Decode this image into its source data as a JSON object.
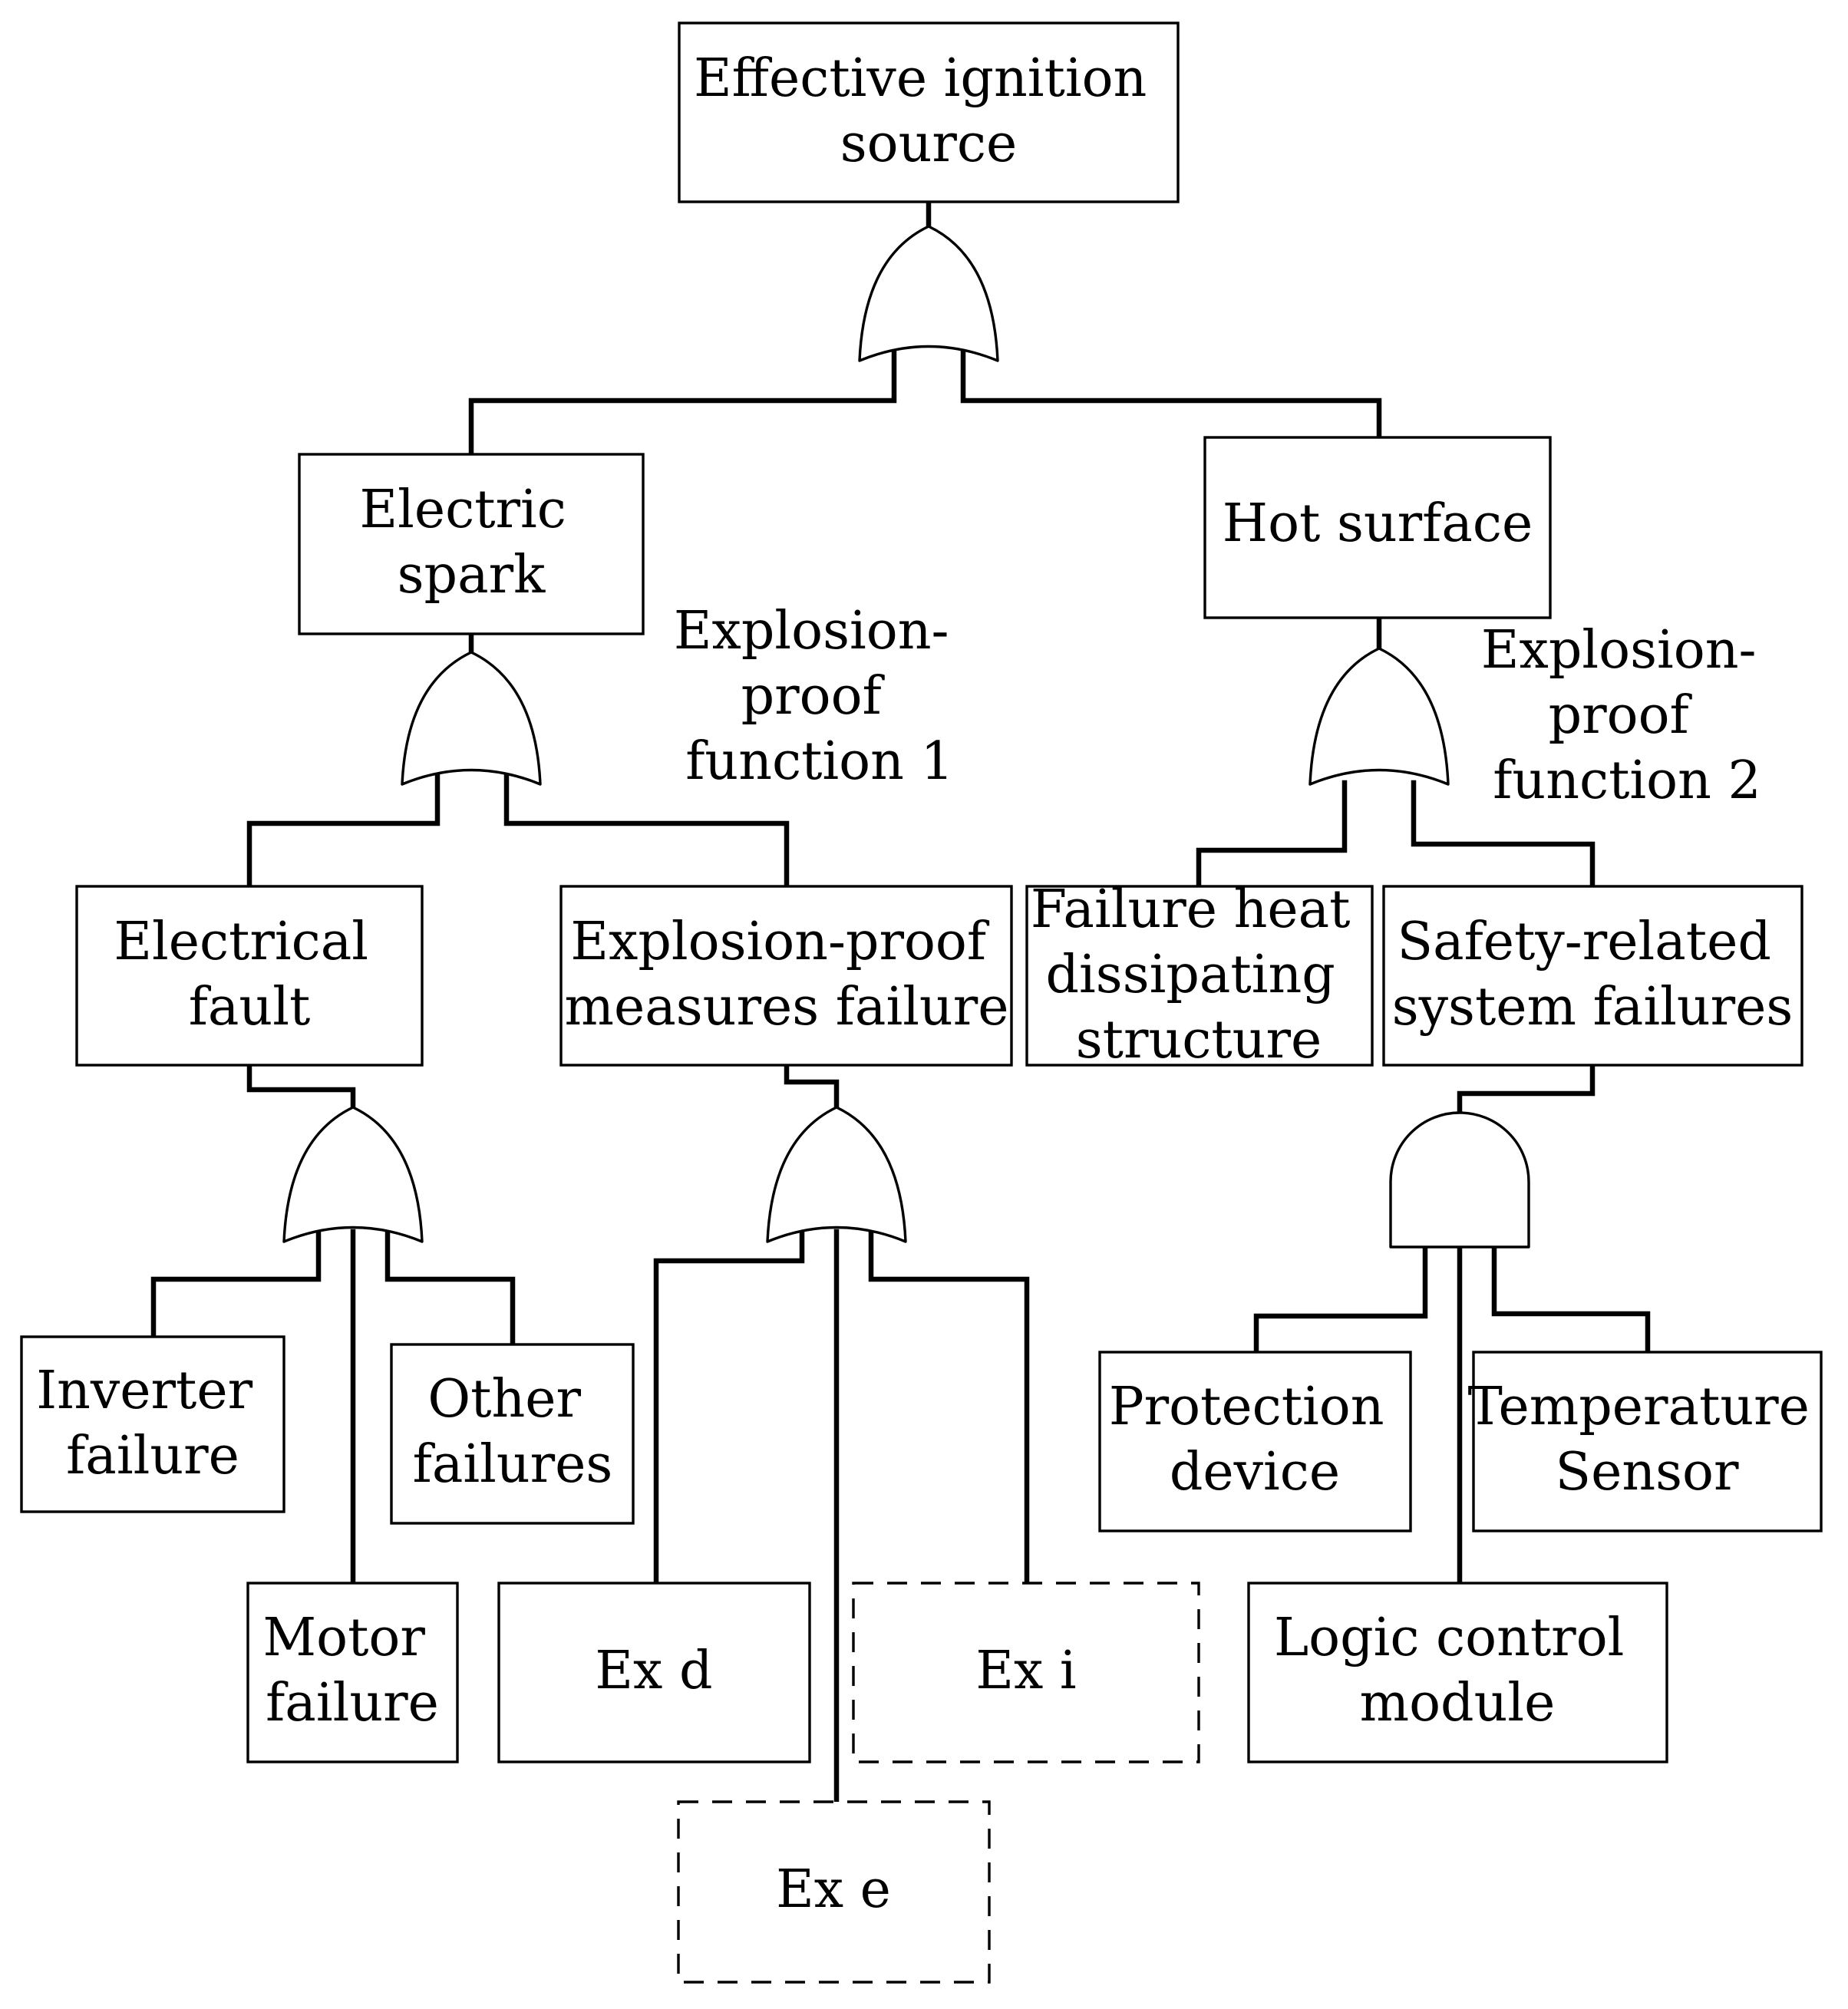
{
  "colors": {
    "line": "#000000",
    "background": "#ffffff"
  },
  "nodes": {
    "top_event": {
      "lines": [
        "Effective ignition",
        "source"
      ]
    },
    "electric_spark": {
      "lines": [
        "Electric",
        "spark"
      ]
    },
    "hot_surface": {
      "lines": [
        "Hot surface"
      ]
    },
    "electrical_fault": {
      "lines": [
        "Electrical",
        "fault"
      ]
    },
    "explosion_proof_measures_failure": {
      "lines": [
        "Explosion-proof",
        "measures failure"
      ]
    },
    "failure_heat_dissipating": {
      "lines": [
        "Failure heat",
        "dissipating",
        "structure"
      ]
    },
    "safety_related_failures": {
      "lines": [
        "Safety-related",
        "system failures"
      ]
    },
    "inverter_failure": {
      "lines": [
        "Inverter",
        "failure"
      ]
    },
    "other_failures": {
      "lines": [
        "Other",
        "failures"
      ]
    },
    "motor_failure": {
      "lines": [
        "Motor",
        "failure"
      ]
    },
    "ex_d": {
      "lines": [
        "Ex d"
      ]
    },
    "ex_i": {
      "lines": [
        "Ex i"
      ]
    },
    "ex_e": {
      "lines": [
        "Ex e"
      ]
    },
    "protection_device": {
      "lines": [
        "Protection",
        "device"
      ]
    },
    "temperature_sensor": {
      "lines": [
        "Temperature",
        "Sensor"
      ]
    },
    "logic_control_module": {
      "lines": [
        "Logic control",
        "module"
      ]
    }
  },
  "labels": {
    "explosion_proof_function_1": {
      "lines": [
        "Explosion-",
        "proof",
        "function 1"
      ]
    },
    "explosion_proof_function_2": {
      "lines": [
        "Explosion-",
        "proof",
        "function 2"
      ]
    }
  },
  "gates": {
    "or_top": {
      "type": "OR"
    },
    "or_electric_spark": {
      "type": "OR"
    },
    "or_hot_surface": {
      "type": "OR"
    },
    "or_electrical_fault": {
      "type": "OR"
    },
    "or_explosion_proof": {
      "type": "OR"
    },
    "and_safety_related": {
      "type": "AND"
    }
  }
}
